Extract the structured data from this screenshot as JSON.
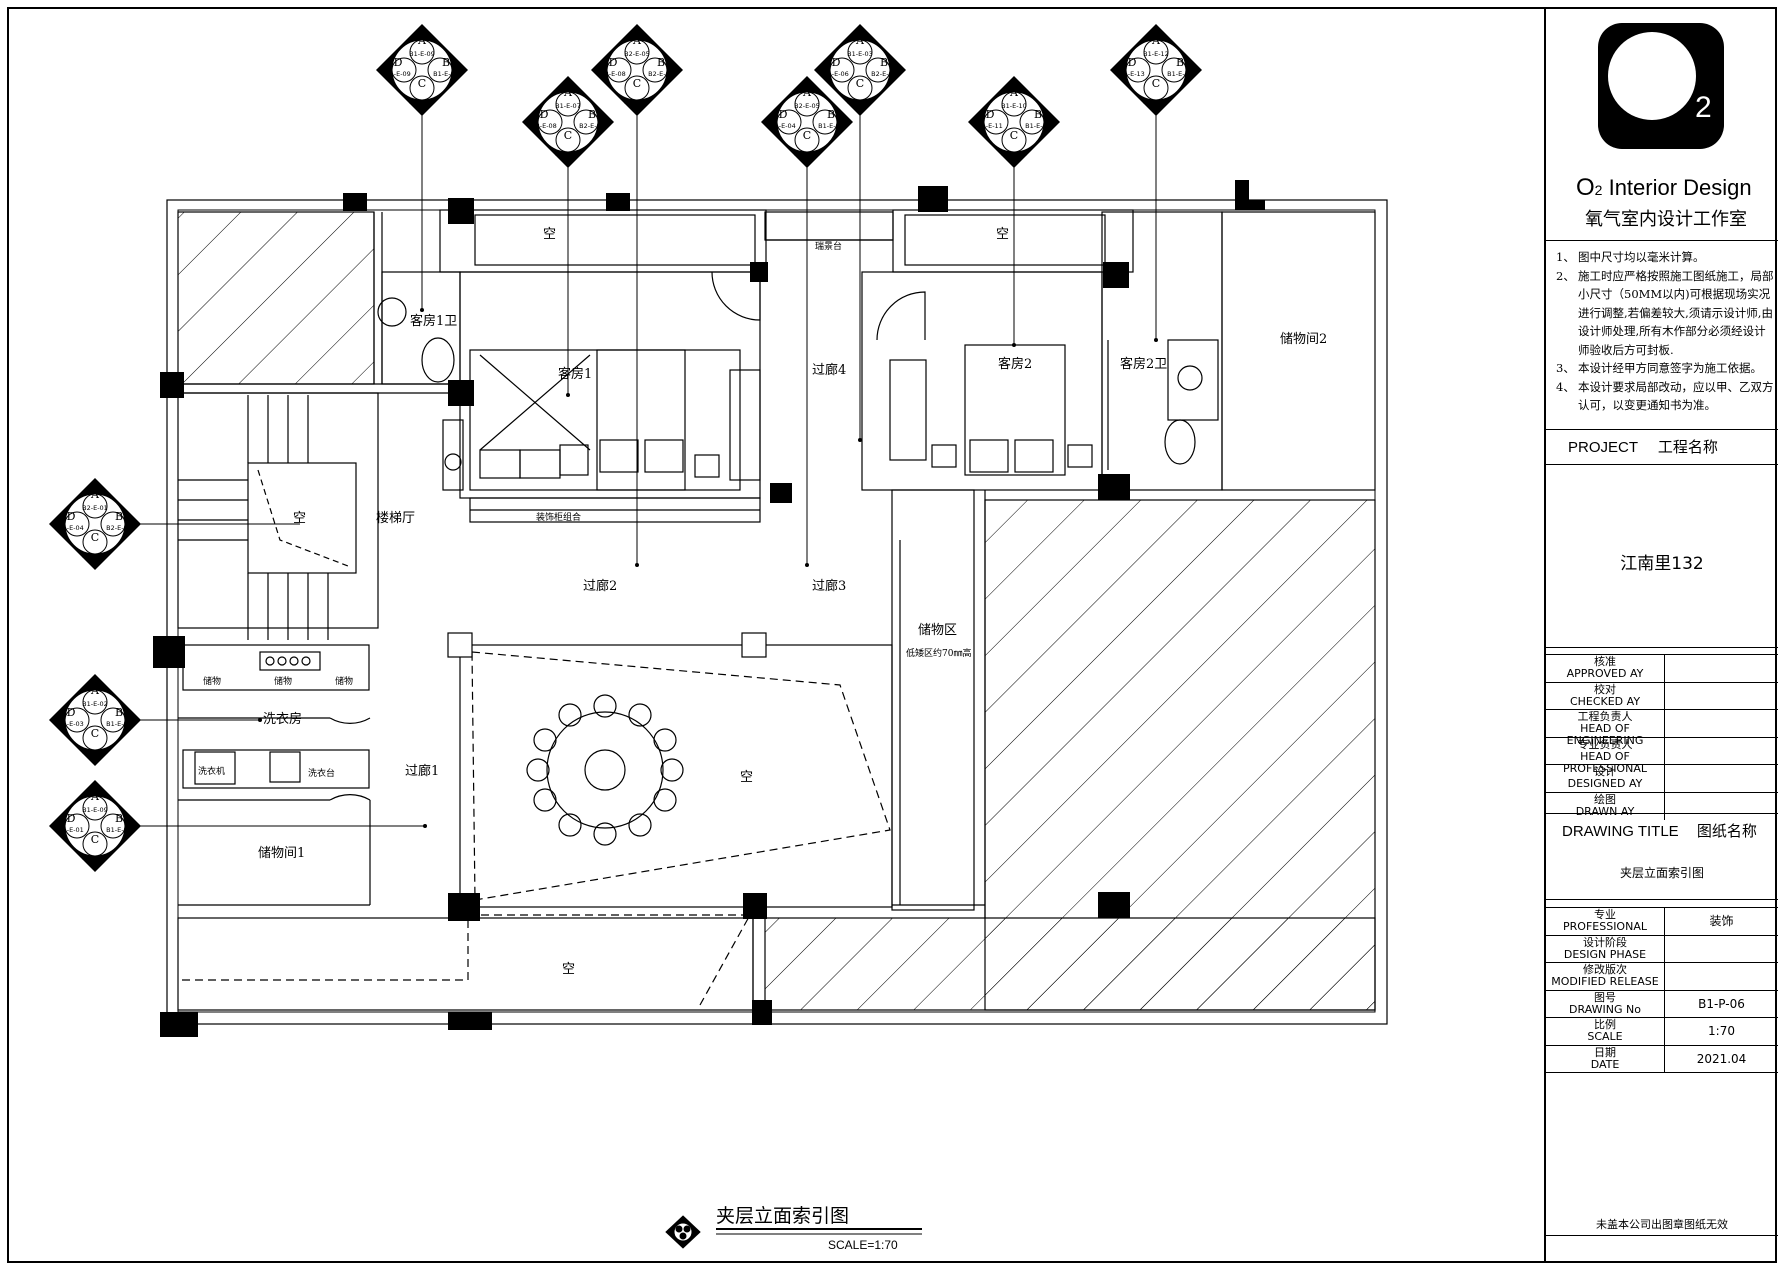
{
  "plan": {
    "rooms": [
      {
        "id": "guest1-bath",
        "label": "客房1卫"
      },
      {
        "id": "guest1",
        "label": "客房1"
      },
      {
        "id": "void-top-left",
        "label": "空"
      },
      {
        "id": "scenery-platform",
        "label": "瑞景台"
      },
      {
        "id": "void-top-right",
        "label": "空"
      },
      {
        "id": "corridor4",
        "label": "过廊4"
      },
      {
        "id": "guest2",
        "label": "客房2"
      },
      {
        "id": "guest2-bath",
        "label": "客房2卫"
      },
      {
        "id": "storage2",
        "label": "储物间2"
      },
      {
        "id": "void-stair",
        "label": "空"
      },
      {
        "id": "stair-hall",
        "label": "楼梯厅"
      },
      {
        "id": "cabinet-combo",
        "label": "装饰柜组合"
      },
      {
        "id": "corridor2",
        "label": "过廊2"
      },
      {
        "id": "corridor3",
        "label": "过廊3"
      },
      {
        "id": "storage-area",
        "label": "储物区"
      },
      {
        "id": "low-zone-note",
        "label": "低矮区约70㎜高"
      },
      {
        "id": "storage-a",
        "label": "储物"
      },
      {
        "id": "storage-b",
        "label": "储物"
      },
      {
        "id": "storage-c",
        "label": "储物"
      },
      {
        "id": "laundry",
        "label": "洗衣房"
      },
      {
        "id": "washer",
        "label": "洗衣机"
      },
      {
        "id": "laundry-counter",
        "label": "洗衣台"
      },
      {
        "id": "corridor1",
        "label": "过廊1"
      },
      {
        "id": "void-dining",
        "label": "空"
      },
      {
        "id": "storage1",
        "label": "储物间1"
      },
      {
        "id": "void-bottom",
        "label": "空"
      }
    ],
    "markers": [
      {
        "id": "m1",
        "a": "A",
        "b": "B",
        "c": "C",
        "d": "D",
        "ta": "B1-E-09",
        "tb": "B1-E-08",
        "tc": "B1-E-09",
        "td": "B1-E-09"
      },
      {
        "id": "m2",
        "a": "A",
        "b": "B",
        "c": "C",
        "d": "D",
        "ta": "B1-E-07",
        "tb": "B2-E-06",
        "tc": "B1-E-07",
        "td": "B2-E-08"
      },
      {
        "id": "m3",
        "a": "A",
        "b": "B",
        "c": "C",
        "d": "D",
        "ta": "B2-E-05",
        "tb": "B2-E-06",
        "tc": "B2-E-07",
        "td": "B2-E-08"
      },
      {
        "id": "m4",
        "a": "A",
        "b": "B",
        "c": "C",
        "d": "D",
        "ta": "B2-E-05",
        "tb": "B1-E-04",
        "tc": "B2-E-02",
        "td": "B1-E-04"
      },
      {
        "id": "m5",
        "a": "A",
        "b": "B",
        "c": "C",
        "d": "D",
        "ta": "B1-E-03",
        "tb": "B2-E-05",
        "tc": "B1-E-06",
        "td": "B1-E-06"
      },
      {
        "id": "m6",
        "a": "A",
        "b": "B",
        "c": "C",
        "d": "D",
        "ta": "B1-E-10",
        "tb": "B1-E-10",
        "tc": "B1-E-11",
        "td": "B1-E-11"
      },
      {
        "id": "m7",
        "a": "A",
        "b": "B",
        "c": "C",
        "d": "D",
        "ta": "B1-E-12",
        "tb": "B1-E-12",
        "tc": "B1-E-13",
        "td": "B1-E-13"
      },
      {
        "id": "m8",
        "a": "A",
        "b": "B",
        "c": "C",
        "d": "D",
        "ta": "B2-E-01",
        "tb": "B2-E-02",
        "tc": "B2-E-03",
        "td": "B1-E-04"
      },
      {
        "id": "m9",
        "a": "A",
        "b": "B",
        "c": "C",
        "d": "D",
        "ta": "B1-E-02",
        "tb": "B1-E-03",
        "tc": "B1-E-02",
        "td": "B1-E-03"
      },
      {
        "id": "m10",
        "a": "A",
        "b": "B",
        "c": "C",
        "d": "D",
        "ta": "B1-E-09",
        "tb": "B1-E-01",
        "tc": "B2-E-10",
        "td": "B1-E-01"
      }
    ],
    "title": "夹层立面索引图",
    "scale": "SCALE=1:70"
  },
  "titleblock": {
    "logo_text": "2",
    "firm_en_o": "O",
    "firm_en_sub": "2",
    "firm_en_rest": " Interior Design",
    "firm_cn": "氧气室内设计工作室",
    "notes": [
      {
        "num": "1、",
        "text": "图中尺寸均以毫米计算。"
      },
      {
        "num": "2、",
        "text": "施工时应严格按照施工图纸施工，局部小尺寸（50MM以内)可根据现场实况进行调整,若偏差较大,须请示设计师,由设计师处理,所有木作部分必须经设计师验收后方可封板."
      },
      {
        "num": "3、",
        "text": "本设计经甲方同意签字为施工依据。"
      },
      {
        "num": "4、",
        "text": "本设计要求局部改动，应以甲、乙双方认可，以变更通知书为准。"
      }
    ],
    "project_label_en": "PROJECT",
    "project_label_cn": "工程名称",
    "project_name": "江南里132",
    "approvals": [
      {
        "cn": "核准",
        "en": "APPROVED AY"
      },
      {
        "cn": "校对",
        "en": "CHECKED AY"
      },
      {
        "cn": "工程负责人",
        "en": "HEAD OF ENGINEERING"
      },
      {
        "cn": "专业负责人",
        "en": "HEAD OF PROFESSIONAL"
      },
      {
        "cn": "设计",
        "en": "DESIGNED AY"
      },
      {
        "cn": "绘图",
        "en": "DRAWN AY"
      }
    ],
    "drawing_title_en": "DRAWING TITLE",
    "drawing_title_cn": "图纸名称",
    "drawing_title": "夹层立面索引图",
    "info": [
      {
        "cn": "专业",
        "en": "PROFESSIONAL",
        "value": "装饰"
      },
      {
        "cn": "设计阶段",
        "en": "DESIGN PHASE",
        "value": ""
      },
      {
        "cn": "修改版次",
        "en": "MODIFIED RELEASE",
        "value": ""
      },
      {
        "cn": "图号",
        "en": "DRAWING No",
        "value": "B1-P-06"
      },
      {
        "cn": "比例",
        "en": "SCALE",
        "value": "1:70"
      },
      {
        "cn": "日期",
        "en": "DATE",
        "value": "2021.04"
      }
    ],
    "footer": "未盖本公司出图章图纸无效"
  }
}
